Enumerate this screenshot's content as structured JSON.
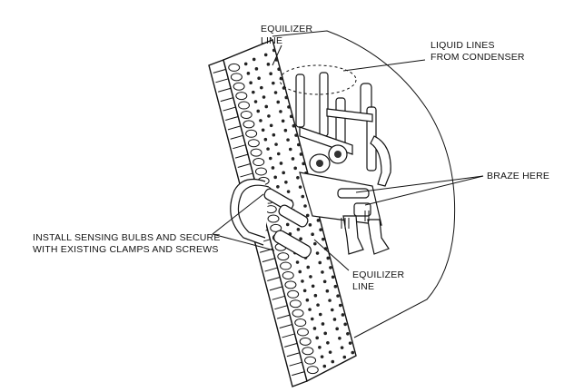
{
  "labels": {
    "equalizer_top_1": "EQUILIZER",
    "equalizer_top_2": "LINE",
    "liquid_lines_1": "LIQUID LINES",
    "liquid_lines_2": "FROM CONDENSER",
    "braze_here": "BRAZE HERE",
    "install_bulbs_1": "INSTALL SENSING BULBS AND SECURE",
    "install_bulbs_2": "WITH EXISTING CLAMPS AND SCREWS",
    "equalizer_bottom_1": "EQUILIZER",
    "equalizer_bottom_2": "LINE"
  }
}
